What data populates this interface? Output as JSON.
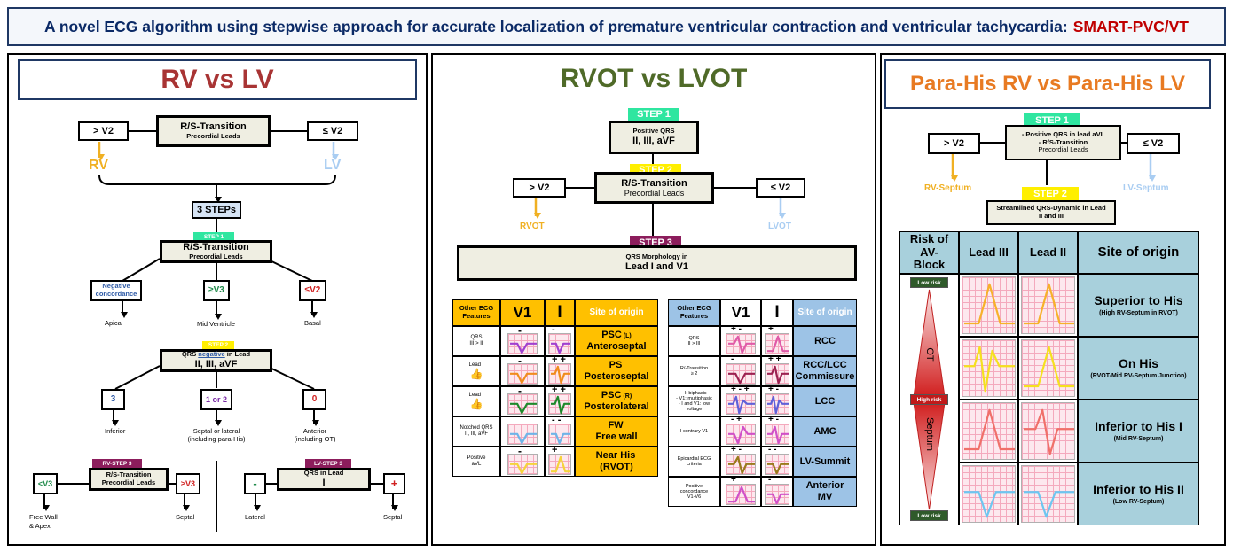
{
  "header": {
    "title": "A novel ECG algorithm using stepwise approach for accurate localization of premature ventricular contraction and ventricular tachycardia:",
    "title_highlight": "SMART-PVC/VT"
  },
  "panel_rv_lv": {
    "title": "RV vs LV",
    "top_box": {
      "line1": "R/S-Transition",
      "line2": "Precordial Leads"
    },
    "left_box": "> V2",
    "right_box": "≤ V2",
    "left_result": "RV",
    "right_result": "LV",
    "steps_box": "3 STEPs",
    "step1": {
      "tag": "STEP 1",
      "line1": "R/S-Transition",
      "line2": "Precordial Leads"
    },
    "step1_options": [
      {
        "box_line1": "Negative",
        "box_line2": "concordance",
        "label": "Apical"
      },
      {
        "box_line1": "≥V3",
        "box_line2": "",
        "label": "Mid Ventricle"
      },
      {
        "box_line1": "≤V2",
        "box_line2": "",
        "label": "Basal"
      }
    ],
    "step2": {
      "tag": "STEP 2",
      "line1_pre": "QRS ",
      "line1_neg": "negative",
      "line1_post": " in Lead",
      "line2": "II, III, aVF"
    },
    "step2_options": [
      {
        "box": "3",
        "label1": "Inferior",
        "label2": ""
      },
      {
        "box": "1 or 2",
        "label1": "Septal or lateral",
        "label2": "(including para-His)"
      },
      {
        "box": "0",
        "label1": "Anterior",
        "label2": "(including OT)"
      }
    ],
    "rv_step3": {
      "tag": "RV-STEP 3",
      "line1": "R/S-Transition",
      "line2": "Precordial Leads",
      "left": "<V3",
      "right": "≥V3",
      "left_label1": "Free Wall",
      "left_label2": "& Apex",
      "right_label": "Septal"
    },
    "lv_step3": {
      "tag": "LV-STEP 3",
      "line1": "QRS in Lead",
      "line2": "I",
      "left": "-",
      "right": "+",
      "left_label": "Lateral",
      "right_label": "Septal"
    }
  },
  "panel_rvot_lvot": {
    "title": "RVOT vs LVOT",
    "step1": {
      "tag": "STEP 1",
      "line1": "Positive QRS",
      "line2": "II, III, aVF"
    },
    "step2": {
      "tag": "STEP 2",
      "line1": "R/S-Transition",
      "line2": "Precordial Leads",
      "left": "> V2",
      "right": "≤ V2",
      "left_result": "RVOT",
      "right_result": "LVOT"
    },
    "step3": {
      "tag": "STEP 3",
      "line1": "QRS Morphology in",
      "line2": "Lead I and V1"
    },
    "rvot_table": {
      "headers": [
        "Other ECG Features",
        "V1",
        "I",
        "Site of origin"
      ],
      "rows": [
        {
          "feature1": "QRS",
          "feature2": "III > II",
          "thumb": false,
          "v1_sign": "-",
          "i_sign": "-",
          "site1": "PSC",
          "site_sub": "(L)",
          "site2": "Anteroseptal",
          "color": "#a040d0"
        },
        {
          "feature1": "Lead I",
          "feature2": "",
          "thumb": true,
          "v1_sign": "-",
          "i_sign": "+ +",
          "site1": "PS",
          "site_sub": "",
          "site2": "Posteroseptal",
          "color": "#f08c1e"
        },
        {
          "feature1": "Lead I",
          "feature2": "",
          "thumb": true,
          "v1_sign": "-",
          "i_sign": "+ +",
          "site1": "PSC",
          "site_sub": "(R)",
          "site2": "Posterolateral",
          "color": "#1f8a2c"
        },
        {
          "feature1": "Notched QRS",
          "feature2": "II, III, aVF",
          "thumb": false,
          "v1_sign": "",
          "i_sign": "- -",
          "site1": "FW",
          "site_sub": "",
          "site2": "Free wall",
          "color": "#6fb4e8"
        },
        {
          "feature1": "Positive",
          "feature2": "aVL",
          "thumb": false,
          "v1_sign": "-",
          "i_sign": "+",
          "site1": "Near His",
          "site_sub": "",
          "site2": "(RVOT)",
          "color": "#f5d33b"
        }
      ]
    },
    "lvot_table": {
      "headers": [
        "Other ECG Features",
        "V1",
        "I",
        "Site of origin"
      ],
      "rows": [
        {
          "feature": [
            "QRS",
            "II > III"
          ],
          "v1_sign": "+ -",
          "i_sign": "+",
          "site1": "RCC",
          "site2": "",
          "color": "#e05aa8"
        },
        {
          "feature": [
            "R/-Transition",
            "≥ 2"
          ],
          "v1_sign": "-",
          "i_sign": "+ +",
          "site1": "RCC/LCC",
          "site2": "Commissure",
          "color": "#9c2050"
        },
        {
          "feature": [
            "- I: biphasic",
            "- V1: multiphasic",
            "- I and V1: low",
            "voltage"
          ],
          "v1_sign": "+ - +",
          "i_sign": "+ -",
          "site1": "LCC",
          "site2": "",
          "color": "#6060d8"
        },
        {
          "feature": [
            "I contrary V1"
          ],
          "v1_sign": "- +",
          "i_sign": "+ -",
          "site1": "AMC",
          "site2": "",
          "color": "#d050c8"
        },
        {
          "feature": [
            "Epicardial ECG",
            "criteria"
          ],
          "v1_sign": "+ -",
          "i_sign": "- -",
          "site1": "LV-Summit",
          "site2": "",
          "color": "#9a7a1c"
        },
        {
          "feature": [
            "Positive",
            "concordance",
            "V1-V6"
          ],
          "v1_sign": "+",
          "i_sign": "-",
          "site1": "Anterior",
          "site2": "MV",
          "color": "#d050c8"
        }
      ]
    }
  },
  "panel_parahis": {
    "title": "Para-His RV vs Para-His LV",
    "step1": {
      "tag": "STEP 1",
      "line1": "- Positive QRS in lead aVL",
      "line2": "- R/S-Transition",
      "line3": "Precordial Leads"
    },
    "left_box": "> V2",
    "right_box": "≤ V2",
    "left_result": "RV-Septum",
    "right_result": "LV-Septum",
    "step2": {
      "tag": "STEP 2",
      "line1": "Streamlined QRS-Dynamic in Lead",
      "line2": "II and III"
    },
    "table": {
      "headers": [
        "Risk of AV-Block",
        "Lead III",
        "Lead II",
        "Site of origin"
      ],
      "risk_low_top": "Low risk",
      "risk_high": "High risk",
      "risk_low_bottom": "Low risk",
      "axis_top": "OT",
      "axis_bottom": "Septum",
      "rows": [
        {
          "site": "Superior to His",
          "sub": "(High RV-Septum in RVOT)",
          "color": "#f7b12a"
        },
        {
          "site": "On His",
          "sub": "(RVOT-Mid RV-Septum Junction)",
          "color": "#f5e11e"
        },
        {
          "site": "Inferior to His I",
          "sub": "(Mid RV-Septum)",
          "color": "#f0706a"
        },
        {
          "site": "Inferior to His II",
          "sub": "(Low RV-Septum)",
          "color": "#6ec6f0"
        }
      ]
    }
  },
  "colors": {
    "rv": "#f0b022",
    "lv": "#a9cdf2",
    "rv_lv_title": "#a83434",
    "rvot_title": "#4f6a28",
    "parahis_title": "#e87a22",
    "rvot_table": "#ffc000",
    "lvot_table": "#9dc3e6",
    "parahis_table": "#a8d0dc"
  }
}
